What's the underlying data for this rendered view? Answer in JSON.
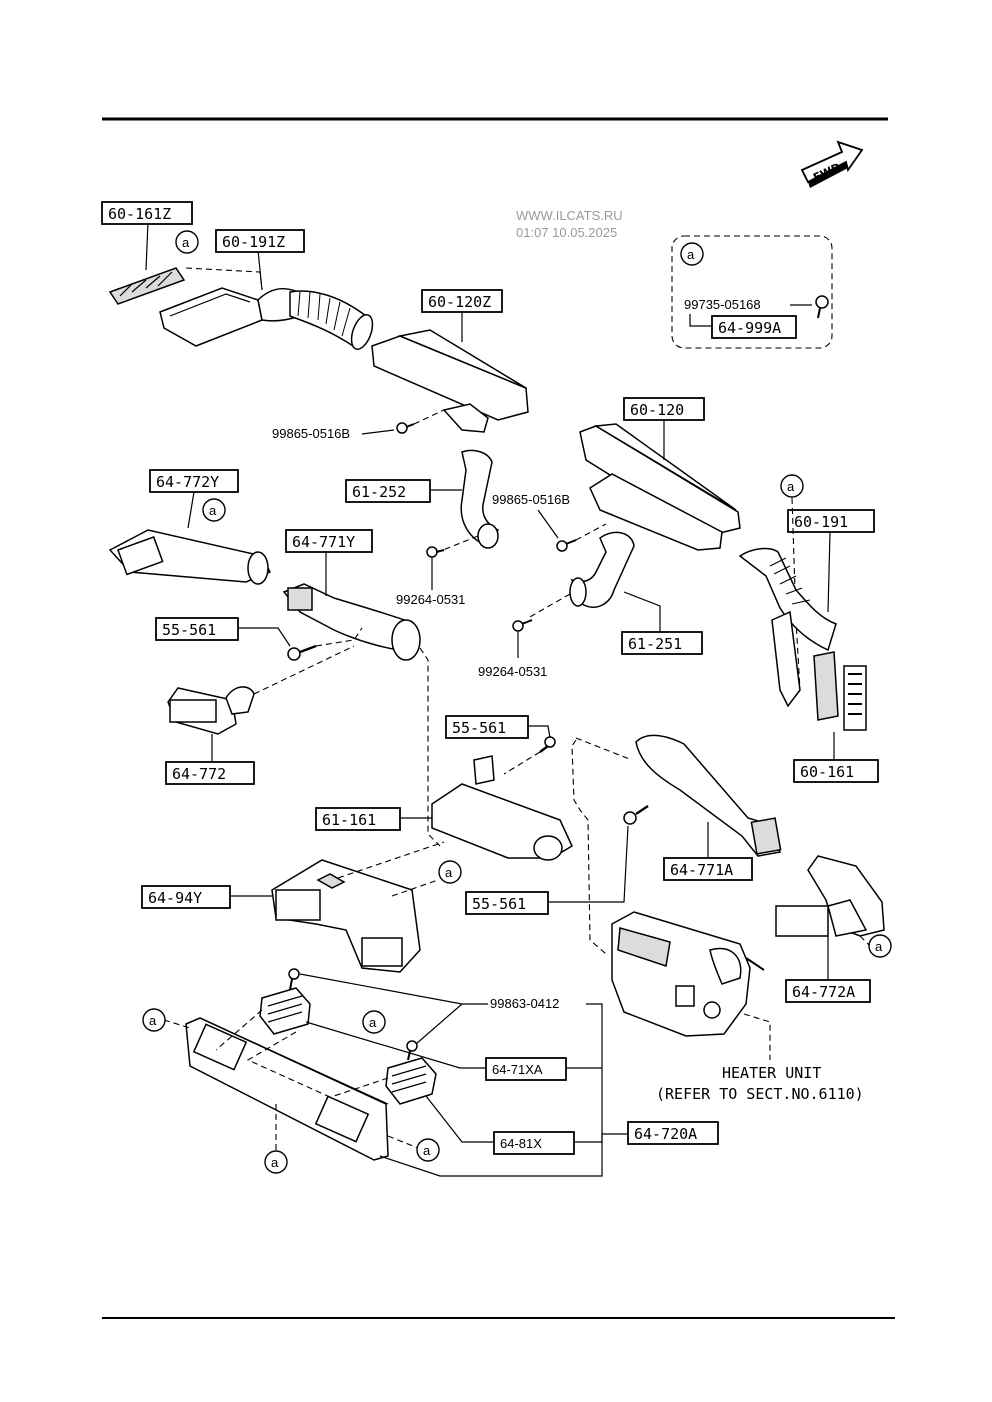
{
  "watermark": {
    "site": "WWW.ILCATS.RU",
    "timestamp": "01:07 10.05.2025"
  },
  "fwd_arrow": "FWD",
  "ref_marker": "a",
  "parts": {
    "p_60_161Z": "60-161Z",
    "p_60_191Z": "60-191Z",
    "p_60_120Z": "60-120Z",
    "p_99865_left": "99865-0516B",
    "p_61_252": "61-252",
    "p_64_772Y": "64-772Y",
    "p_64_771Y": "64-771Y",
    "p_99264_left": "99264-0531",
    "p_55_561_left": "55-561",
    "p_64_772": "64-772",
    "p_99735": "99735-05168",
    "p_64_999A": "64-999A",
    "p_60_120": "60-120",
    "p_99865_right": "99865-0516B",
    "p_60_191": "60-191",
    "p_61_251": "61-251",
    "p_99264_right": "99264-0531",
    "p_60_161": "60-161",
    "p_55_561_mid": "55-561",
    "p_61_161": "61-161",
    "p_64_771A": "64-771A",
    "p_64_94Y": "64-94Y",
    "p_55_561_low": "55-561",
    "p_64_772A": "64-772A",
    "p_99863": "99863-0412",
    "p_64_71XA": "64-71XA",
    "p_64_81X": "64-81X",
    "p_64_720A": "64-720A"
  },
  "heater_unit": {
    "line1": "HEATER UNIT",
    "line2": "(REFER TO SECT.NO.6110)"
  }
}
